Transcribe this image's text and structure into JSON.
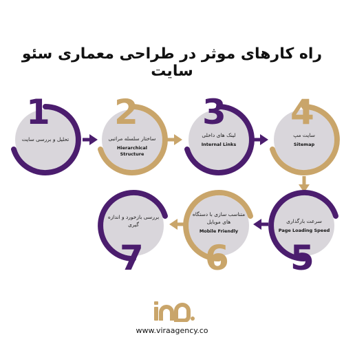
{
  "title": "راه کارهای موثر در طراحی معماری سئو سایت",
  "steps": [
    {
      "number": "1",
      "fa": "تحلیل و بررسی سایت",
      "en": ""
    },
    {
      "number": "2",
      "fa": "ساختار سلسله مراتبی",
      "en": "Hierarchical Structure"
    },
    {
      "number": "3",
      "fa": "لینک های داخلی",
      "en": "Internal Links"
    },
    {
      "number": "4",
      "fa": "سایت مپ",
      "en": "Sitemap"
    },
    {
      "number": "5",
      "fa": "سرعت بارگذاری",
      "en": "Page Loading Speed"
    },
    {
      "number": "6",
      "fa": "متناسب سازی با دستگاه های موبایل",
      "en": "Mobile Friendly"
    },
    {
      "number": "7",
      "fa": "بررسی بازخورد و اندازه گیری",
      "en": ""
    }
  ],
  "colors": {
    "purple": "#4b1d6e",
    "gold": "#c9a56a",
    "circle_fill": "#d9d6db"
  },
  "footer": {
    "url": "www.viraagency.co"
  }
}
